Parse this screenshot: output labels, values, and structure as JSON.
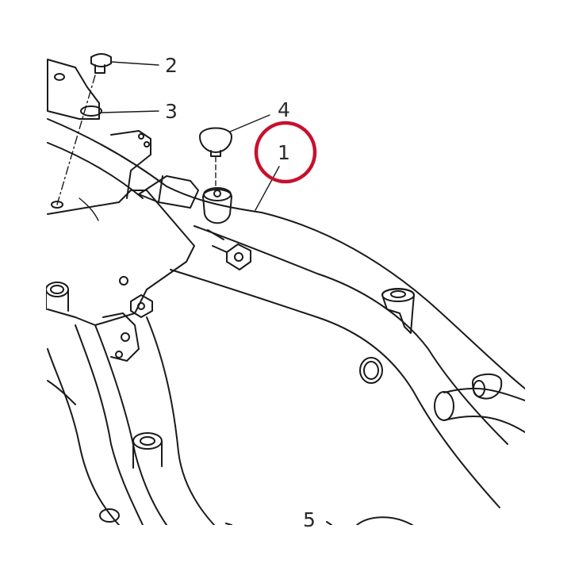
{
  "diagram": {
    "callouts": [
      {
        "id": "callout-1",
        "text": "1"
      },
      {
        "id": "callout-2",
        "text": "2"
      },
      {
        "id": "callout-3",
        "text": "3"
      },
      {
        "id": "callout-4",
        "text": "4"
      },
      {
        "id": "callout-5",
        "text": "5"
      }
    ],
    "colors": {
      "line": "#1a1a1a",
      "highlight": "#c8102e",
      "background": "#ffffff"
    }
  }
}
